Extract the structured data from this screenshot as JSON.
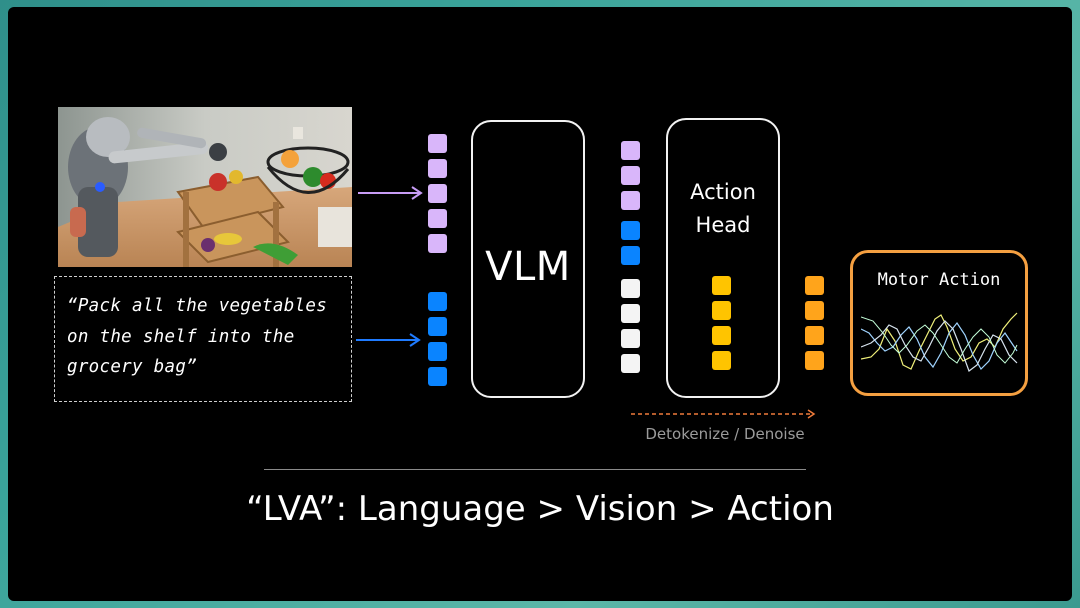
{
  "prompt": {
    "line1": "“Pack all the vegetables",
    "line2": "on the shelf into the",
    "line3": "grocery bag”"
  },
  "vlm": {
    "label": "VLM"
  },
  "action_head": {
    "line1": "Action",
    "line2": "Head"
  },
  "motor_action": {
    "label": "Motor Action"
  },
  "detokenize_label": "Detokenize / Denoise",
  "tagline": "“LVA”: Language > Vision > Action",
  "colors": {
    "vision_token": "#d9b6fa",
    "language_token": "#0a84ff",
    "latent_token": "#f4f4f4",
    "action_token": "#ffc400",
    "output_token": "#ffa41b",
    "motor_border": "#f5a041"
  }
}
